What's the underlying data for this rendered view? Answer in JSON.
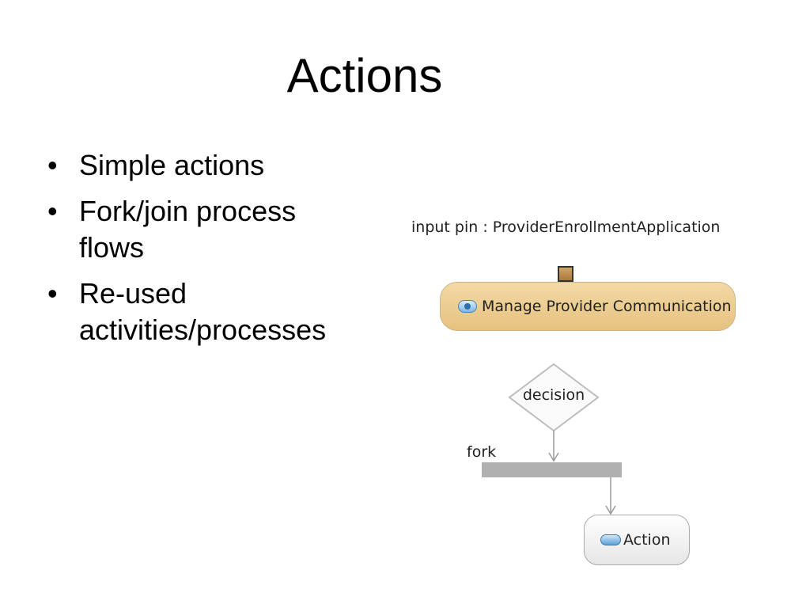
{
  "slide": {
    "title": "Actions",
    "bullets": [
      {
        "line1": "Simple actions",
        "line2": ""
      },
      {
        "line1": "Fork/join process",
        "line2": "flows"
      },
      {
        "line1": "Re-used",
        "line2": "activities/processes"
      }
    ],
    "bullet_glyph": "•"
  },
  "diagram": {
    "input_pin_label": "input pin : ProviderEnrollmentApplication",
    "call_action_label": "Manage Provider Communication",
    "decision_label": "decision",
    "fork_label": "fork",
    "action_label": "Action",
    "colors": {
      "call_action_fill": "#ebcb8b",
      "fork_bar": "#b0b0b0",
      "decision_border": "#bdbdbd",
      "edge": "#9a9a9a",
      "pin_fill": "#b98b4a"
    }
  }
}
